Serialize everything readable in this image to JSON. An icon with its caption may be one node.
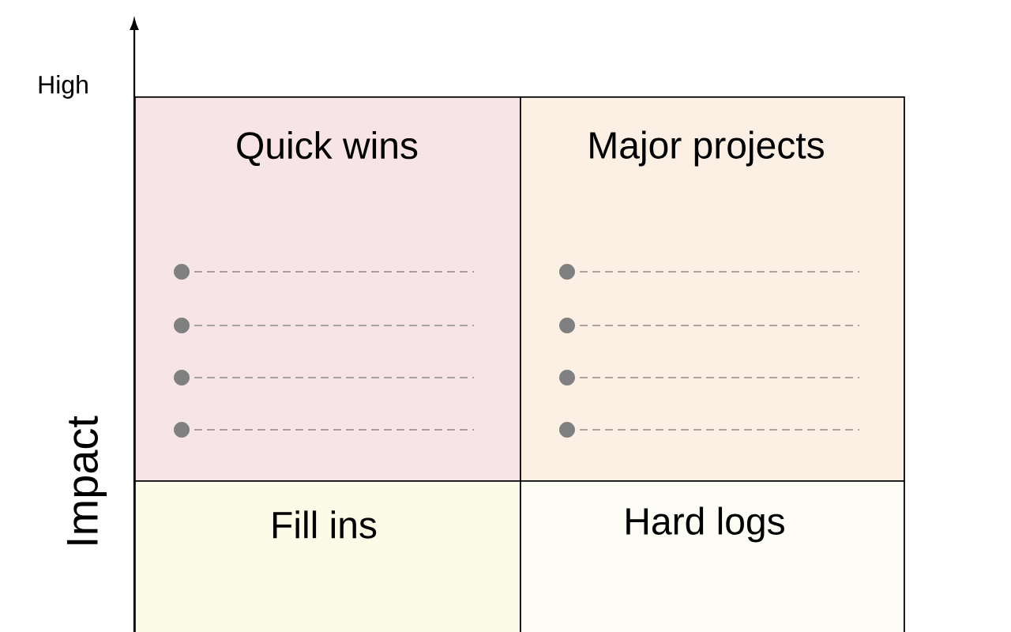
{
  "diagram": {
    "nodes": [
      {
        "text": [
          "Quick wins"
        ]
      },
      {
        "text": [
          "Major projects"
        ]
      },
      {
        "text": [
          "Fill ins"
        ]
      },
      {
        "text": [
          "Hard logs"
        ]
      }
    ],
    "labels": [
      "High",
      "Impact"
    ]
  }
}
